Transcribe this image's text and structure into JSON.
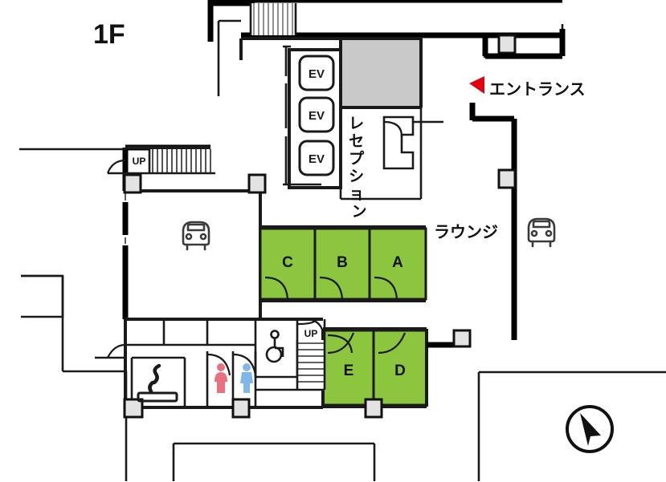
{
  "plan": {
    "floor_label": "1F",
    "title_labels": {
      "entrance": "エントランス",
      "lounge": "ラウンジ",
      "reception": "レセプション"
    },
    "colors": {
      "room_green": "#8CC63F",
      "entrance_marker_red": "#E3000F",
      "shaded_area_gray": "#C9C9C9",
      "wall_black": "#000000",
      "female_icon": "#E8707F",
      "male_icon": "#7FB8E8"
    },
    "elevators": [
      {
        "label": "EV"
      },
      {
        "label": "EV"
      },
      {
        "label": "EV"
      }
    ],
    "rooms": [
      {
        "label": "C"
      },
      {
        "label": "B"
      },
      {
        "label": "A"
      },
      {
        "label": "E"
      },
      {
        "label": "D"
      }
    ],
    "stairs": [
      {
        "label": "UP",
        "location": "west-corridor"
      },
      {
        "label": "UP",
        "location": "central-core"
      }
    ],
    "icons": [
      {
        "name": "car-icon",
        "location": "parking-west"
      },
      {
        "name": "car-icon",
        "location": "parking-east"
      },
      {
        "name": "smoking-area-icon",
        "location": "south-west"
      },
      {
        "name": "womens-restroom-icon",
        "location": "south-center"
      },
      {
        "name": "mens-restroom-icon",
        "location": "south-center"
      },
      {
        "name": "accessible-restroom-icon",
        "location": "south-center"
      },
      {
        "name": "entrance-arrow-icon",
        "location": "north-east"
      },
      {
        "name": "map-cursor-icon",
        "location": "south-east"
      }
    ]
  }
}
